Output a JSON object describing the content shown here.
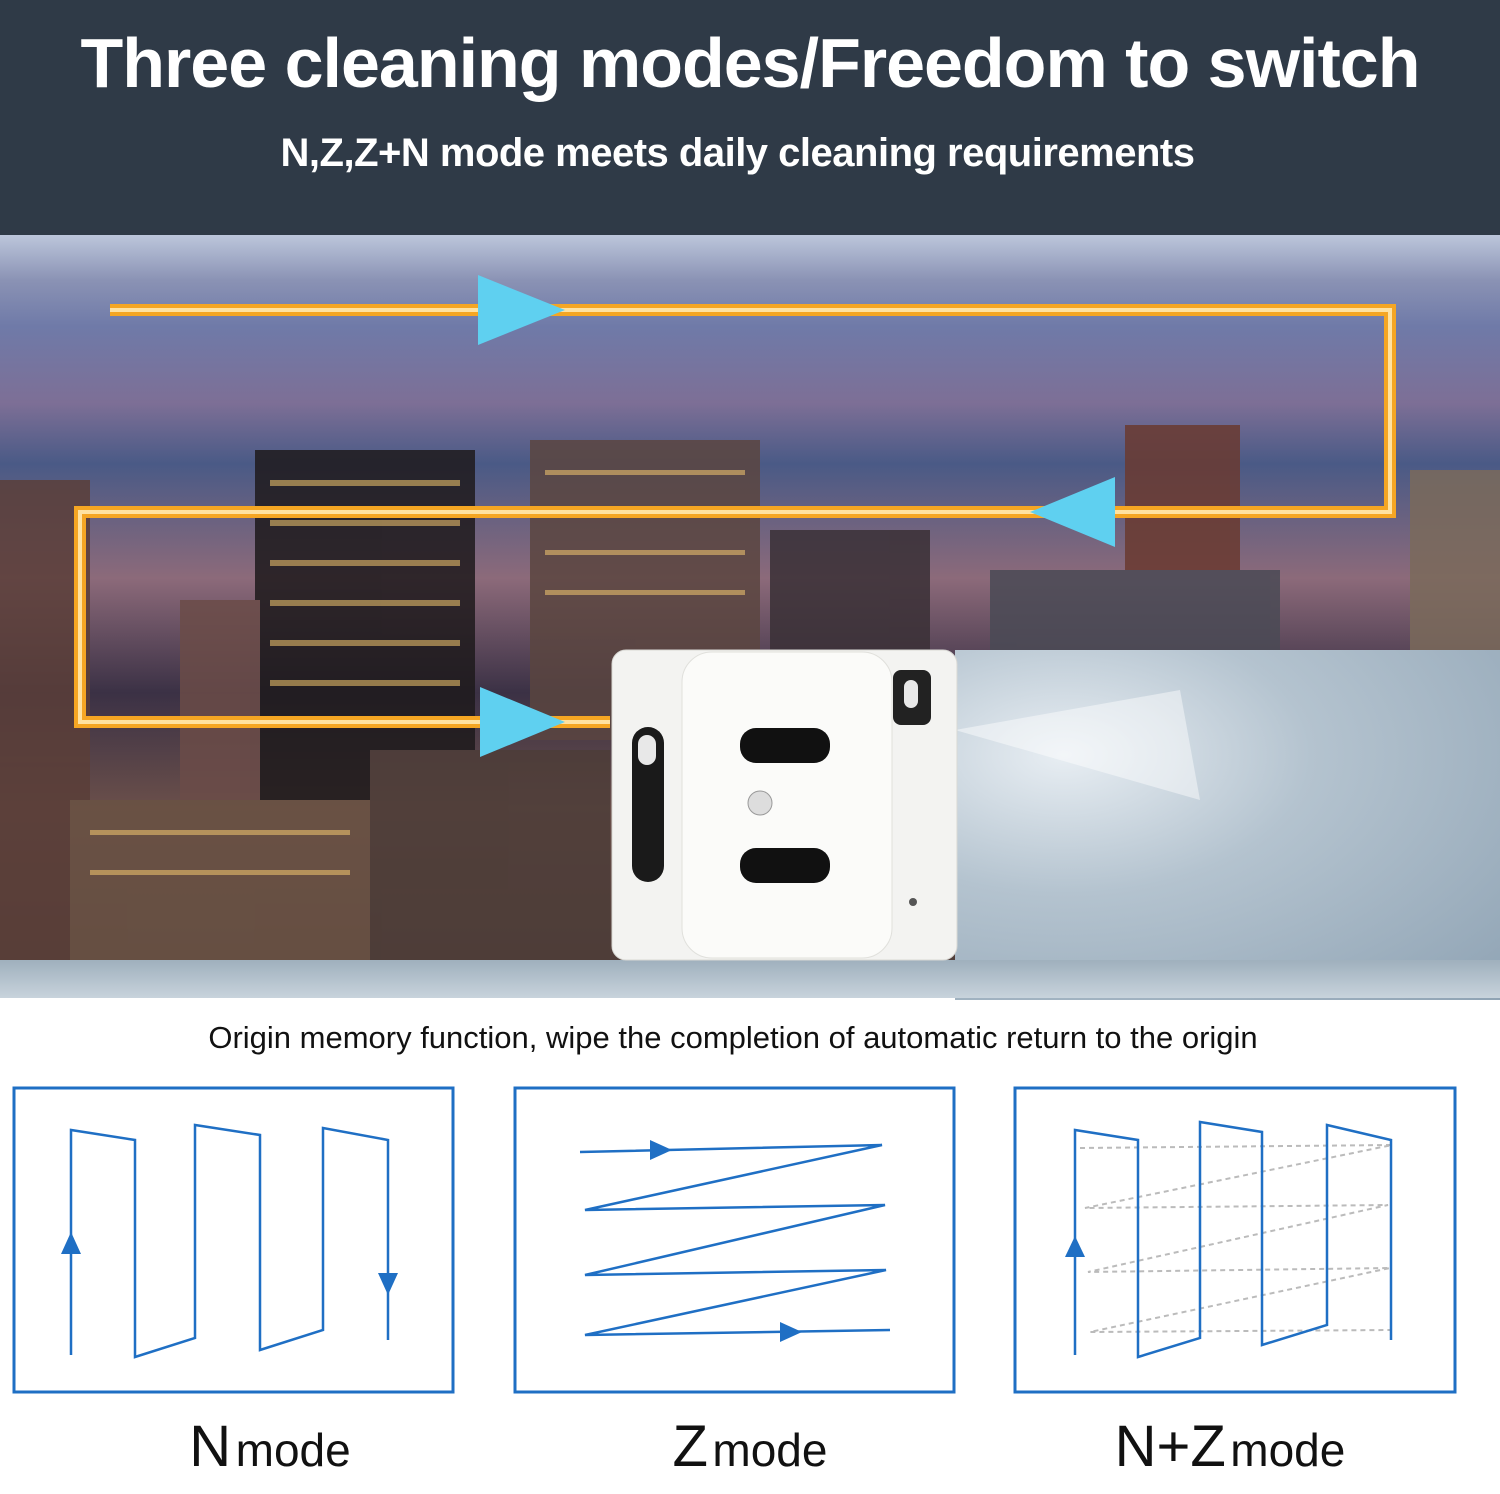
{
  "header": {
    "title": "Three cleaning modes/Freedom to switch",
    "subtitle": "N,Z,Z+N mode meets daily cleaning requirements"
  },
  "caption": "Origin memory function, wipe the completion of automatic return to the origin",
  "modes": [
    {
      "letter": "N",
      "word": "mode"
    },
    {
      "letter": "Z",
      "word": "mode"
    },
    {
      "letter": "N+Z",
      "word": "mode"
    }
  ],
  "colors": {
    "header_bg": "#2f3a47",
    "path_orange": "#f5a623",
    "arrow_cyan": "#5fd0f0",
    "diagram_blue": "#1f6fc4",
    "dashed_grey": "#bbbbbb"
  }
}
